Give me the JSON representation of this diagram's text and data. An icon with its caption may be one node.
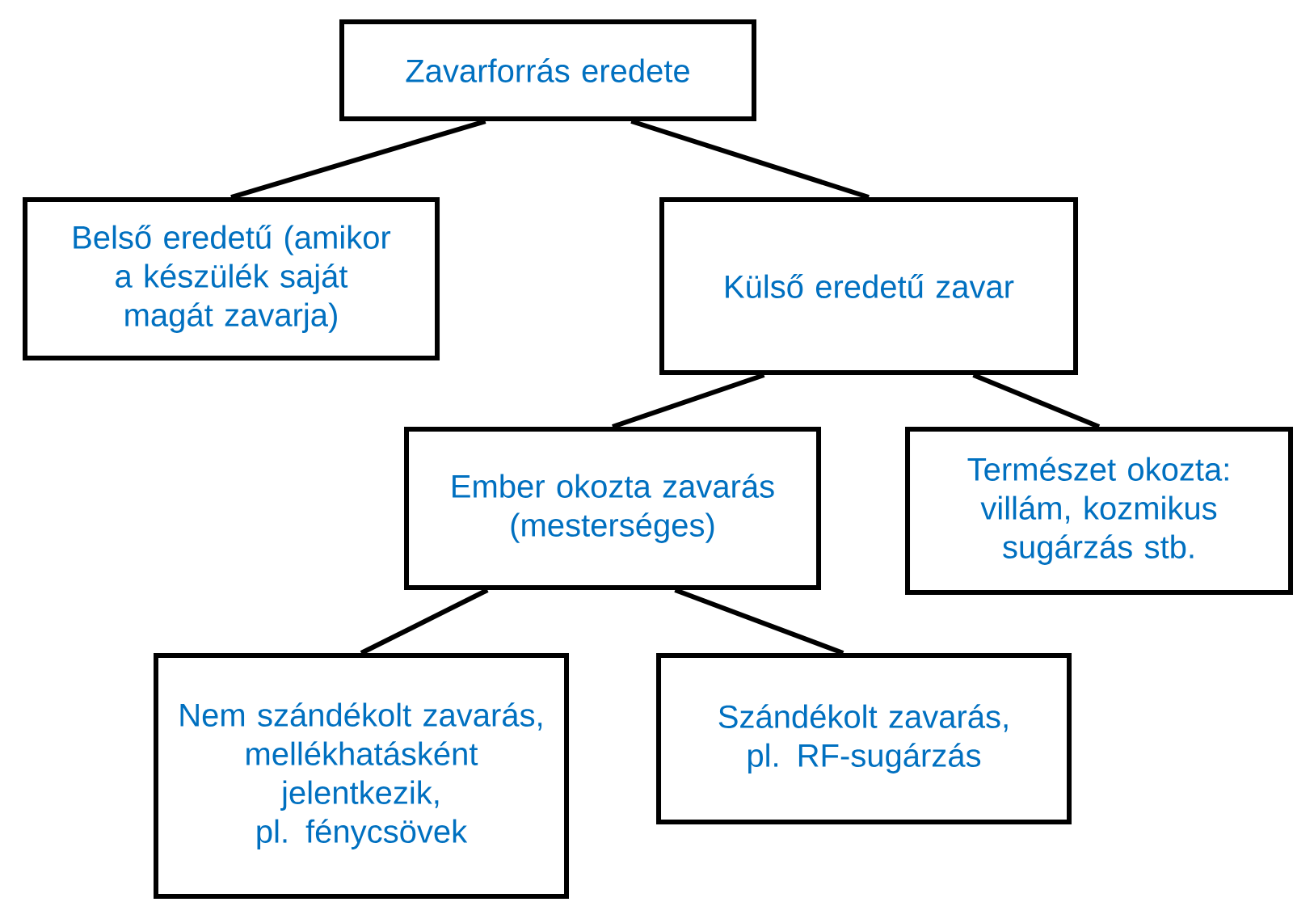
{
  "diagram": {
    "nodes": [
      {
        "text": [
          "Zavarforrás eredete"
        ]
      },
      {
        "text": [
          "Belső eredetű (amikor a készülék saját magát zavarja)"
        ]
      },
      {
        "text": [
          "Külső eredetű zavar"
        ]
      },
      {
        "text": [
          "Ember okozta zavarás (mesterséges)"
        ]
      },
      {
        "text": [
          "Természet okozta: villám, kozmikus sugárzás stb."
        ]
      },
      {
        "text": [
          "Nem szándékolt zavarás, mellékhatásként jelentkezik, pl. fénycsövek"
        ]
      },
      {
        "text": [
          "Szándékolt zavarás, pl. RF-sugárzás"
        ]
      }
    ],
    "edges": [
      {
        "from": 0,
        "to": 1,
        "arrow": "none"
      },
      {
        "from": 0,
        "to": 2,
        "arrow": "none"
      },
      {
        "from": 2,
        "to": 3,
        "arrow": "none"
      },
      {
        "from": 2,
        "to": 4,
        "arrow": "none"
      },
      {
        "from": 3,
        "to": 5,
        "arrow": "none"
      },
      {
        "from": 3,
        "to": 6,
        "arrow": "none"
      }
    ]
  }
}
